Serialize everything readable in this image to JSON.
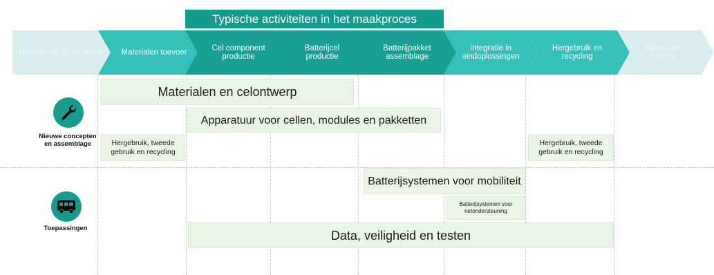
{
  "header": {
    "title": "Typische activiteiten in het maakproces"
  },
  "chevrons": [
    {
      "label": "Hergebruik en recycling",
      "color": "#d9ecee",
      "pale": true
    },
    {
      "label": "Materialen toevoer",
      "color": "#35c0ba",
      "pale": false
    },
    {
      "label": "Cel component productie",
      "color": "#179f92",
      "pale": false
    },
    {
      "label": "Batterijcel productie",
      "color": "#179f92",
      "pale": false
    },
    {
      "label": "Batterijpakket assemblage",
      "color": "#179f92",
      "pale": false
    },
    {
      "label": "Integratie in eindoplossingen",
      "color": "#35c0ba",
      "pale": false
    },
    {
      "label": "Hergebruik en recycling",
      "color": "#35c0ba",
      "pale": false
    },
    {
      "label": "Materialen toevoer",
      "color": "#d9ecee",
      "pale": true
    }
  ],
  "rows": {
    "row1": {
      "icon": "wrench-icon",
      "label": "Nieuwe concepten en assemblage"
    },
    "row2": {
      "icon": "bus-icon",
      "label": "Toepassingen"
    }
  },
  "boxes": {
    "materials_design": "Materialen en celontwerp",
    "equipment": "Apparatuur voor cellen, modules en pakketten",
    "reuse_left": "Hergebruik, tweede gebruik en recycling",
    "reuse_right": "Hergebruik, tweede gebruik en recycling",
    "mobility": "Batterijsystemen voor mobiliteit",
    "grid_support": "Batterijsystemen voor netondersteuning",
    "data_safety": "Data, veiligheid en testen"
  },
  "colors": {
    "dark_teal": "#179f92",
    "light_teal": "#35c0ba",
    "pale_teal": "#d9ecee",
    "box_green": "#eaf5e5"
  }
}
